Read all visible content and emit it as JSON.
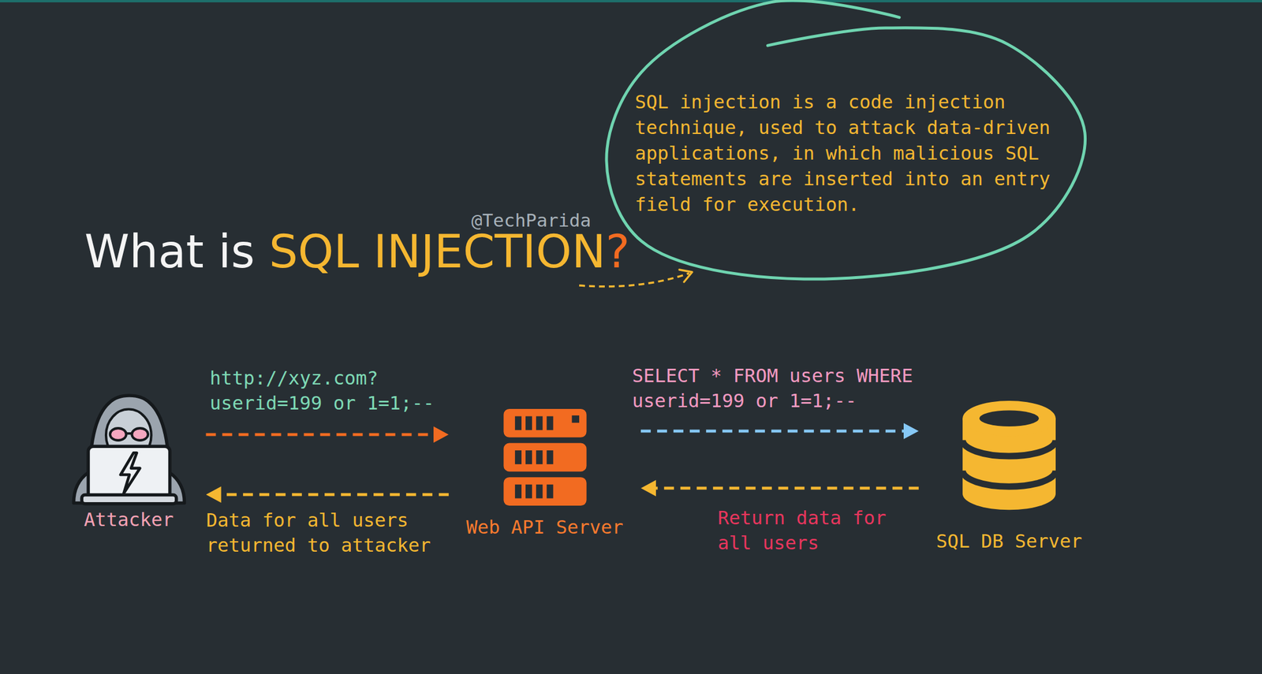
{
  "diagram": {
    "title": "What is SQL INJECTION?",
    "nodes": [
      {
        "text": [
          "SQL injection is a code injection technique, used to attack data-driven applications, in which malicious SQL statements are inserted into an entry field for execution."
        ]
      },
      {
        "text": [
          "Attacker"
        ]
      },
      {
        "text": [
          "Web API Server"
        ]
      },
      {
        "text": [
          "SQL DB Server"
        ]
      }
    ],
    "edges": [
      {
        "from": 1,
        "to": 2,
        "label": "http://xyz.com? userid=199 or 1=1;--",
        "arrow": "to"
      },
      {
        "from": 2,
        "to": 1,
        "label": "Data for all users returned to attacker",
        "arrow": "to"
      },
      {
        "from": 2,
        "to": 3,
        "label": "SELECT * FROM users WHERE userid=199 or 1=1;--",
        "arrow": "to"
      },
      {
        "from": 3,
        "to": 2,
        "label": "Return data for all users",
        "arrow": "to"
      }
    ],
    "labels": [
      "@TechParida"
    ]
  }
}
